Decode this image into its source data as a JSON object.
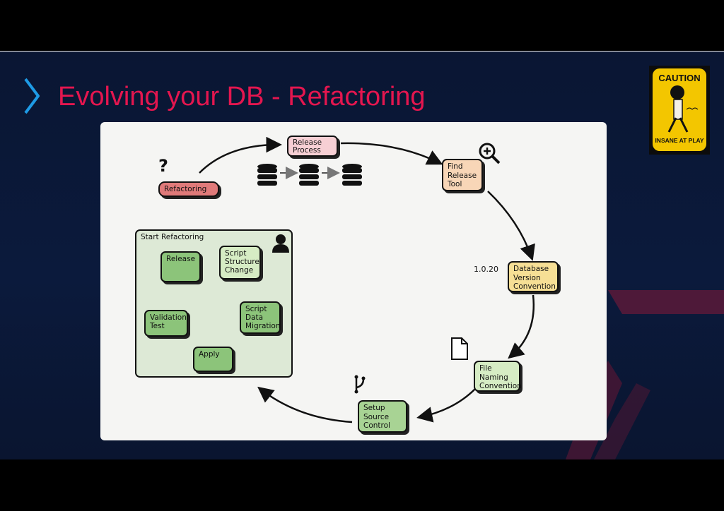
{
  "slide": {
    "title": "Evolving your DB - Refactoring"
  },
  "badge": {
    "top_text": "CAUTION",
    "bottom_text": "INSANE AT PLAY"
  },
  "diagram": {
    "nodes": {
      "refactoring": "Refactoring",
      "release_process": "Release\nProcess",
      "find_release_tool": "Find\nRelease\nTool",
      "database_version_convention": "Database\nVersion\nConvention",
      "file_naming_convention": "File\nNaming\nConvention",
      "setup_source_control": "Setup\nSource\nControl"
    },
    "version_label": "1.0.20",
    "question_mark": "?",
    "inner": {
      "title": "Start Refactoring",
      "release": "Release",
      "script_structure_change": "Script\nStructure\nChange",
      "script_data_migration": "Script\nData\nMigration",
      "apply": "Apply",
      "validation_test": "Validation/\nTest"
    }
  },
  "colors": {
    "title": "#e4164f",
    "chevron": "#1e9be6",
    "refactoring_fill": "#e07a7a",
    "release_process_fill": "#f7cfd4",
    "find_tool_fill": "#f8d6b7",
    "db_version_fill": "#f6df95",
    "green_light": "#d6ecc4",
    "green_dark": "#8cc47a",
    "inner_bg": "#dde9d6",
    "badge": "#f3c600"
  }
}
